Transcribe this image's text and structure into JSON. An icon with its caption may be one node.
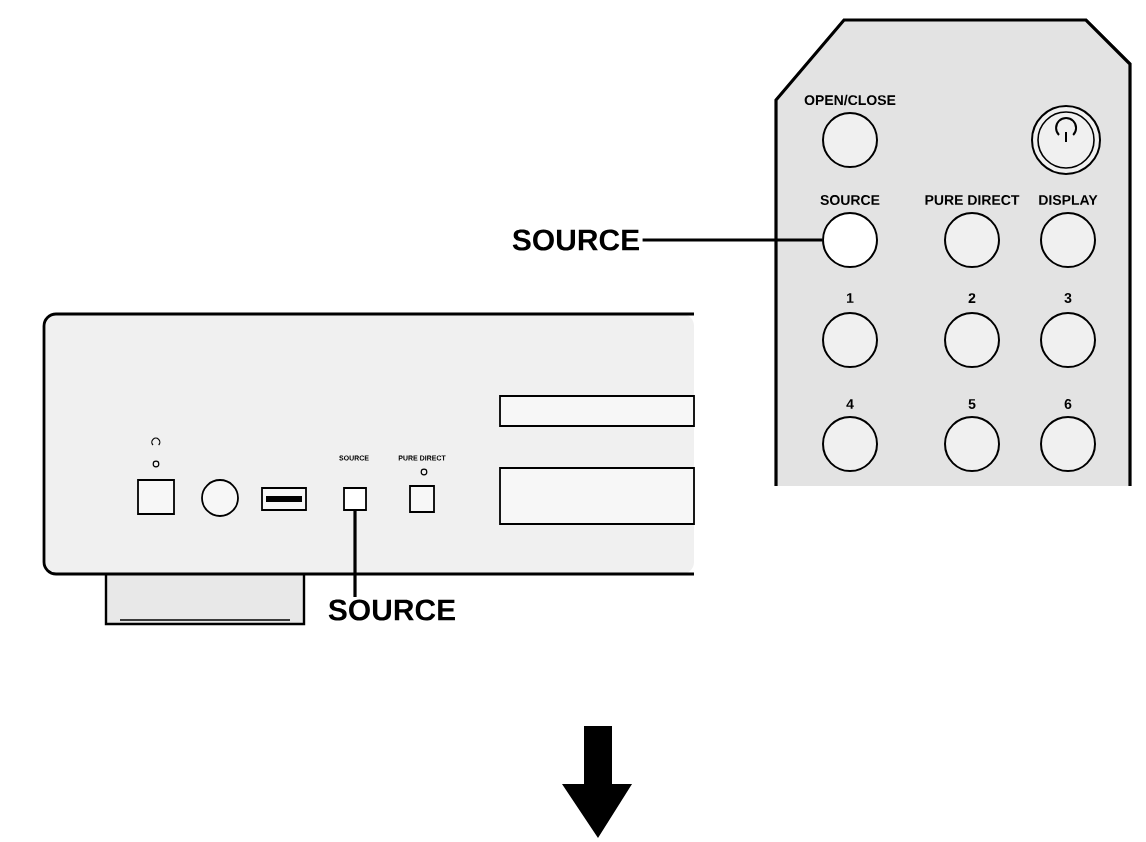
{
  "diagram": {
    "nodes": [
      {
        "text": [
          "SOURCE"
        ]
      },
      {
        "text": [],
        "shape": "circle",
        "beside": [
          "SOURCE"
        ]
      },
      {
        "text": [
          "SOURCE"
        ]
      },
      {
        "text": [],
        "shape": "box",
        "beside": [
          "SOURCE"
        ]
      }
    ],
    "edges": [
      {
        "from": 0,
        "to": 1,
        "arrow": "none"
      },
      {
        "from": 2,
        "to": 3,
        "arrow": "none"
      }
    ],
    "labels": [
      "OPEN/CLOSE",
      "PURE DIRECT",
      "DISPLAY",
      "1",
      "2",
      "3",
      "4",
      "5",
      "6",
      "PURE DIRECT"
    ]
  }
}
